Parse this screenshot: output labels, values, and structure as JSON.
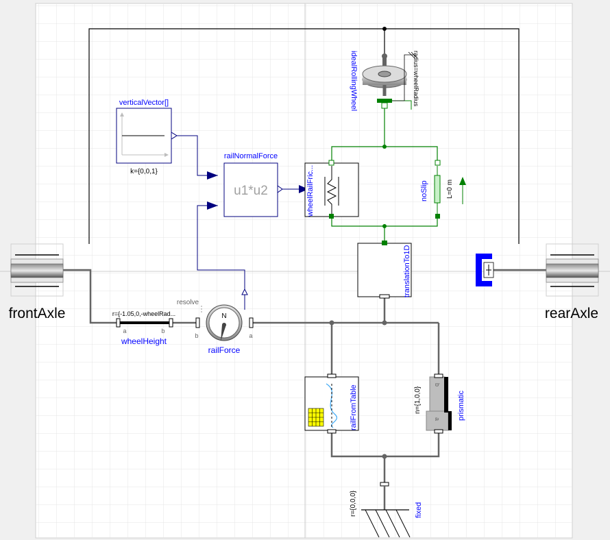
{
  "diagram": {
    "components": {
      "frontAxle": {
        "name": "frontAxle"
      },
      "rearAxle": {
        "name": "rearAxle"
      },
      "verticalVector": {
        "name": "verticalVector[]",
        "param": "k={0,0,1}"
      },
      "railNormalForce": {
        "name": "railNormalForce",
        "expr": "u1*u2"
      },
      "wheelRailFriction": {
        "name": "wheelRailFric..."
      },
      "noSlip": {
        "name": "noSlip",
        "param": "L=0 m"
      },
      "idealRollingWheel": {
        "name": "idealRollingWheel",
        "param": "radius=wheelRadius"
      },
      "translationTo1D": {
        "name": "translationTo1D"
      },
      "wheelHeight": {
        "name": "wheelHeight",
        "param": "r={-1.05,0,-wheelRad...",
        "port_a": "a",
        "port_b": "b"
      },
      "railForce": {
        "name": "railForce",
        "resolve": "resolve",
        "compass": "N",
        "port_b": "b",
        "port_a": "a"
      },
      "railFromTable": {
        "name": "railFromTable"
      },
      "prismatic": {
        "name": "prismatic",
        "param": "n={1,0,0}",
        "port_b": "b",
        "port_a": "a"
      },
      "fixed": {
        "name": "fixed",
        "param": "r={0,0,0}"
      }
    },
    "colors": {
      "background": "#f0f0f0",
      "sheet": "#ffffff",
      "name_text": "#0000ff",
      "mech_line": "#646464",
      "signal_line": "#00007f",
      "rotational_line": "#008000",
      "cross_line": "#000000"
    }
  }
}
